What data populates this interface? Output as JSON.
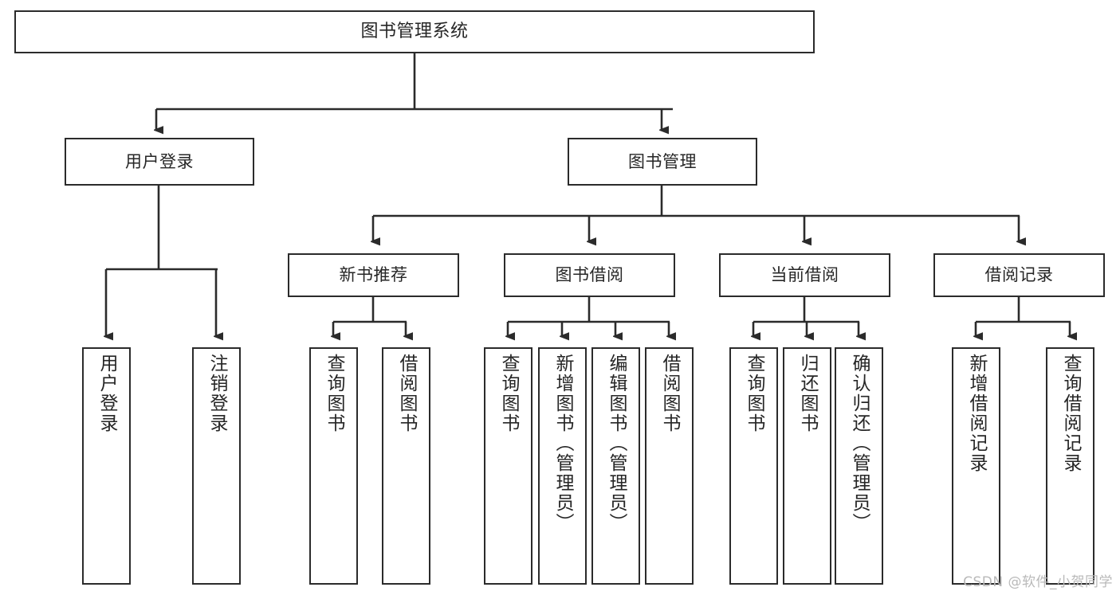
{
  "diagram": {
    "title": "图书管理系统",
    "type": "tree",
    "watermark": "CSDN @软件_小贺同学",
    "colors": {
      "stroke": "#2b2b2b",
      "text": "#262626",
      "background": "#ffffff",
      "watermark": "#b9b9b9"
    },
    "root": {
      "id": "root",
      "label": "图书管理系统"
    },
    "level2": [
      {
        "id": "user-login",
        "label": "用户登录"
      },
      {
        "id": "book-manage",
        "label": "图书管理"
      }
    ],
    "level3": [
      {
        "id": "new-book-rec",
        "label": "新书推荐"
      },
      {
        "id": "book-borrow",
        "label": "图书借阅"
      },
      {
        "id": "current-borrow",
        "label": "当前借阅"
      },
      {
        "id": "borrow-record",
        "label": "借阅记录"
      }
    ],
    "leaves": {
      "user_login": [
        {
          "id": "leaf-user-login",
          "label": "用户登录"
        },
        {
          "id": "leaf-logout",
          "label": "注销登录"
        }
      ],
      "new_book_rec": [
        {
          "id": "leaf-query-book-1",
          "label": "查询图书"
        },
        {
          "id": "leaf-borrow-book-1",
          "label": "借阅图书"
        }
      ],
      "book_borrow": [
        {
          "id": "leaf-query-book-2",
          "label": "查询图书"
        },
        {
          "id": "leaf-add-book",
          "label": "新增图书（管理员）"
        },
        {
          "id": "leaf-edit-book",
          "label": "编辑图书（管理员）"
        },
        {
          "id": "leaf-borrow-book-2",
          "label": "借阅图书"
        }
      ],
      "current_borrow": [
        {
          "id": "leaf-query-book-3",
          "label": "查询图书"
        },
        {
          "id": "leaf-return-book",
          "label": "归还图书"
        },
        {
          "id": "leaf-confirm-return",
          "label": "确认归还（管理员）"
        }
      ],
      "borrow_record": [
        {
          "id": "leaf-add-record",
          "label": "新增借阅记录"
        },
        {
          "id": "leaf-query-record",
          "label": "查询借阅记录"
        }
      ]
    }
  }
}
